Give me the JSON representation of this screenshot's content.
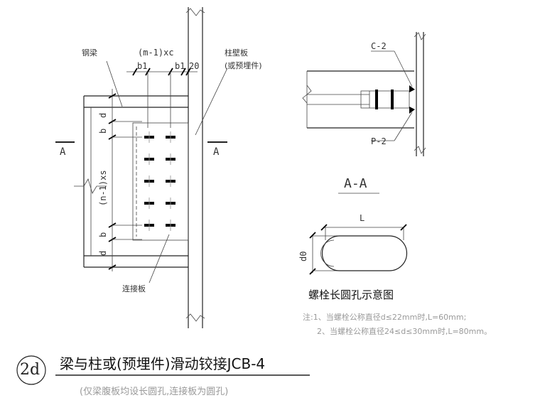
{
  "left_view": {
    "steel_beam": "钢梁",
    "column_plate": "柱壁板",
    "column_plate_alt": "(或预埋件)",
    "connection_plate": "连接板",
    "dim_top": "(m-1)xc",
    "dim_b1_a": "b1",
    "dim_b1_b": "b1",
    "dim_20": "20",
    "dim_vertical": "(n-1)xs",
    "dim_d_top": "d",
    "dim_b_top": "b",
    "dim_b_bottom": "b",
    "dim_d_bottom": "d",
    "section_mark_left": "A",
    "section_mark_right": "A"
  },
  "section_view": {
    "label_c2": "C-2",
    "label_p2": "P-2",
    "title": "A-A"
  },
  "slot_view": {
    "dim_L": "L",
    "dim_d0": "d0",
    "title": "螺栓长圆孔示意图",
    "note_1": "注:1、当螺栓公称直径d≤22mm时,L=60mm;",
    "note_2": "2、当螺栓公称直径24≤d≤30mm时,L=80mm。"
  },
  "drawing": {
    "id": "2d",
    "title": "梁与柱或(预埋件)滑动铰接JCB-4",
    "subtitle": "(仅梁腹板均设长圆孔,连接板为圆孔)"
  }
}
